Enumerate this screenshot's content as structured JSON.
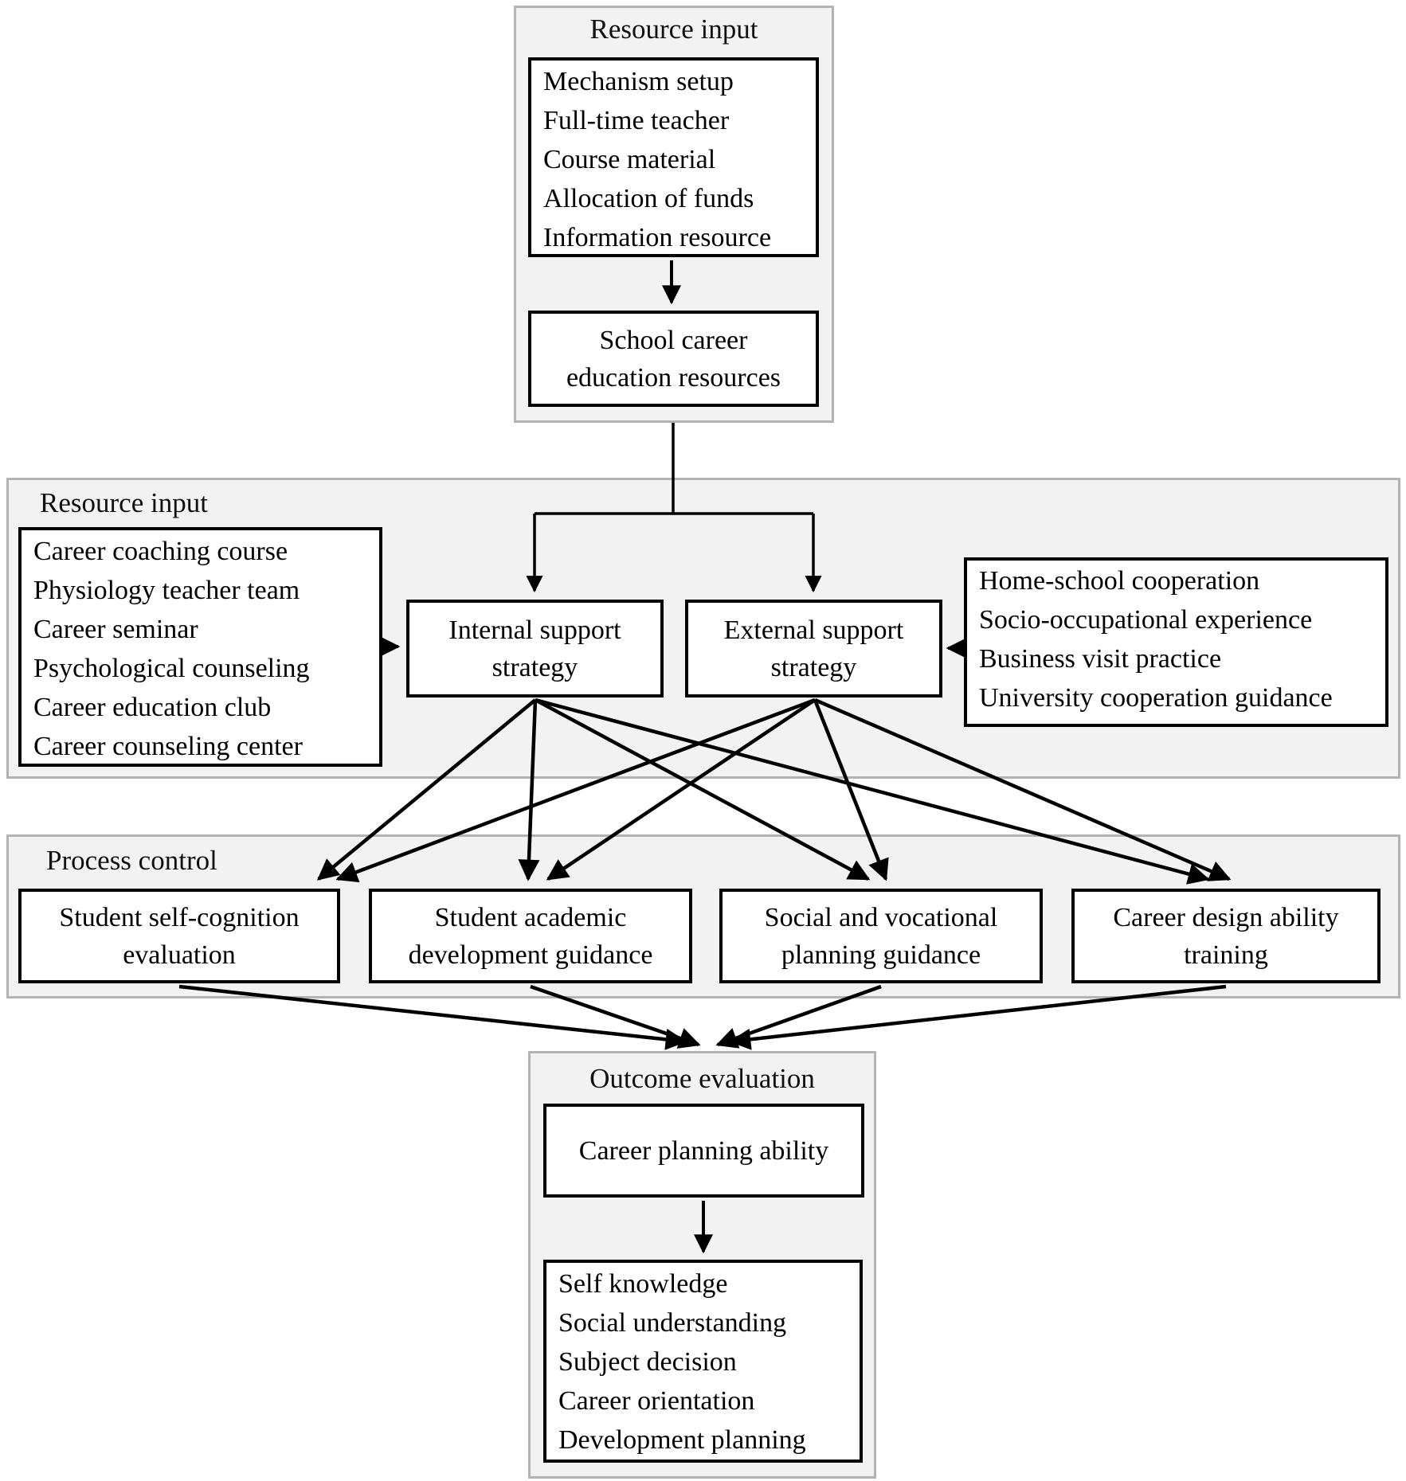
{
  "colors": {
    "container_fill": "#f2f2f2",
    "container_border": "#b3b3b3",
    "box_fill": "#ffffff",
    "box_border": "#000000",
    "arrow": "#000000"
  },
  "top": {
    "title": "Resource input",
    "inputs": [
      "Mechanism setup",
      "Full-time teacher",
      "Course material",
      "Allocation of funds",
      "Information resource"
    ],
    "result": [
      "School career",
      "education resources"
    ]
  },
  "resource": {
    "title": "Resource input",
    "internal_items": [
      "Career coaching course",
      "Physiology teacher team",
      "Career seminar",
      "Psychological counseling",
      "Career education club",
      "Career counseling center"
    ],
    "internal_strategy": [
      "Internal support",
      "strategy"
    ],
    "external_strategy": [
      "External support",
      "strategy"
    ],
    "external_items": [
      "Home-school cooperation",
      "Socio-occupational experience",
      "Business visit practice",
      "University cooperation guidance"
    ]
  },
  "process": {
    "title": "Process control",
    "boxes": [
      [
        "Student self-cognition",
        "evaluation"
      ],
      [
        "Student academic",
        "development guidance"
      ],
      [
        "Social and vocational",
        "planning guidance"
      ],
      [
        "Career design ability",
        "training"
      ]
    ]
  },
  "outcome": {
    "title": "Outcome evaluation",
    "ability": "Career planning ability",
    "outputs": [
      "Self knowledge",
      "Social understanding",
      "Subject decision",
      "Career orientation",
      "Development planning"
    ]
  }
}
